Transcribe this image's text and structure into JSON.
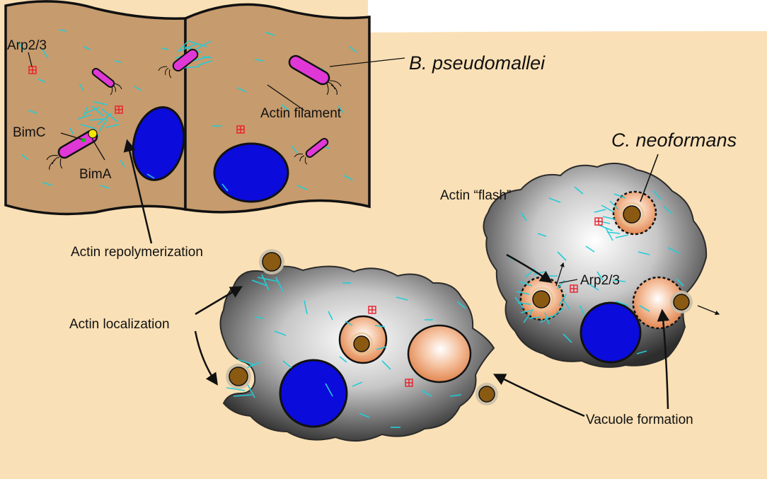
{
  "labels": {
    "b_pseudomallei": "B. pseudomallei",
    "c_neoformans": "C. neoformans",
    "arp23_top": "Arp2/3",
    "arp23_right": "Arp2/3",
    "actin_filament": "Actin filament",
    "bimc": "BimC",
    "bima": "BimA",
    "actin_repolymerization": "Actin repolymerization",
    "actin_flash": "Actin “flash”",
    "actin_localization": "Actin localization",
    "vacuole_formation": "Vacuole formation"
  },
  "colors": {
    "background": "#fae0b6",
    "epithelial_cell": "#c69b6d",
    "nucleus": "#0b0bdc",
    "bacterium": "#e038d6",
    "actin": "#22cdd8",
    "arp23": "#e8202a",
    "yeast": "#8a5a13",
    "vacuole": "#e78c55",
    "bima_dot": "#f2e600",
    "bimc_dot": "#18b518"
  }
}
